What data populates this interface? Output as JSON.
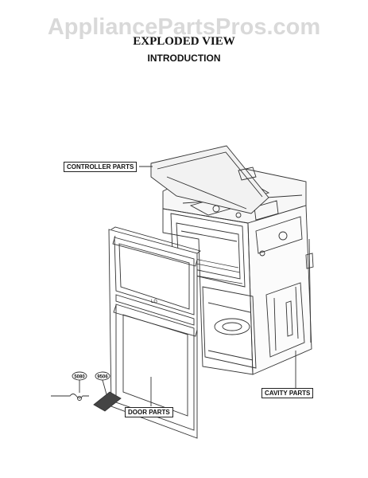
{
  "watermark": "AppliancePartsPros.com",
  "title": "EXPLODED VIEW",
  "subtitle": "INTRODUCTION",
  "callouts": {
    "controller": "CONTROLLER PARTS",
    "cavity": "CAVITY PARTS",
    "door": "DOOR PARTS"
  },
  "part_numbers": {
    "part_a": "5080",
    "part_b": "9506"
  }
}
